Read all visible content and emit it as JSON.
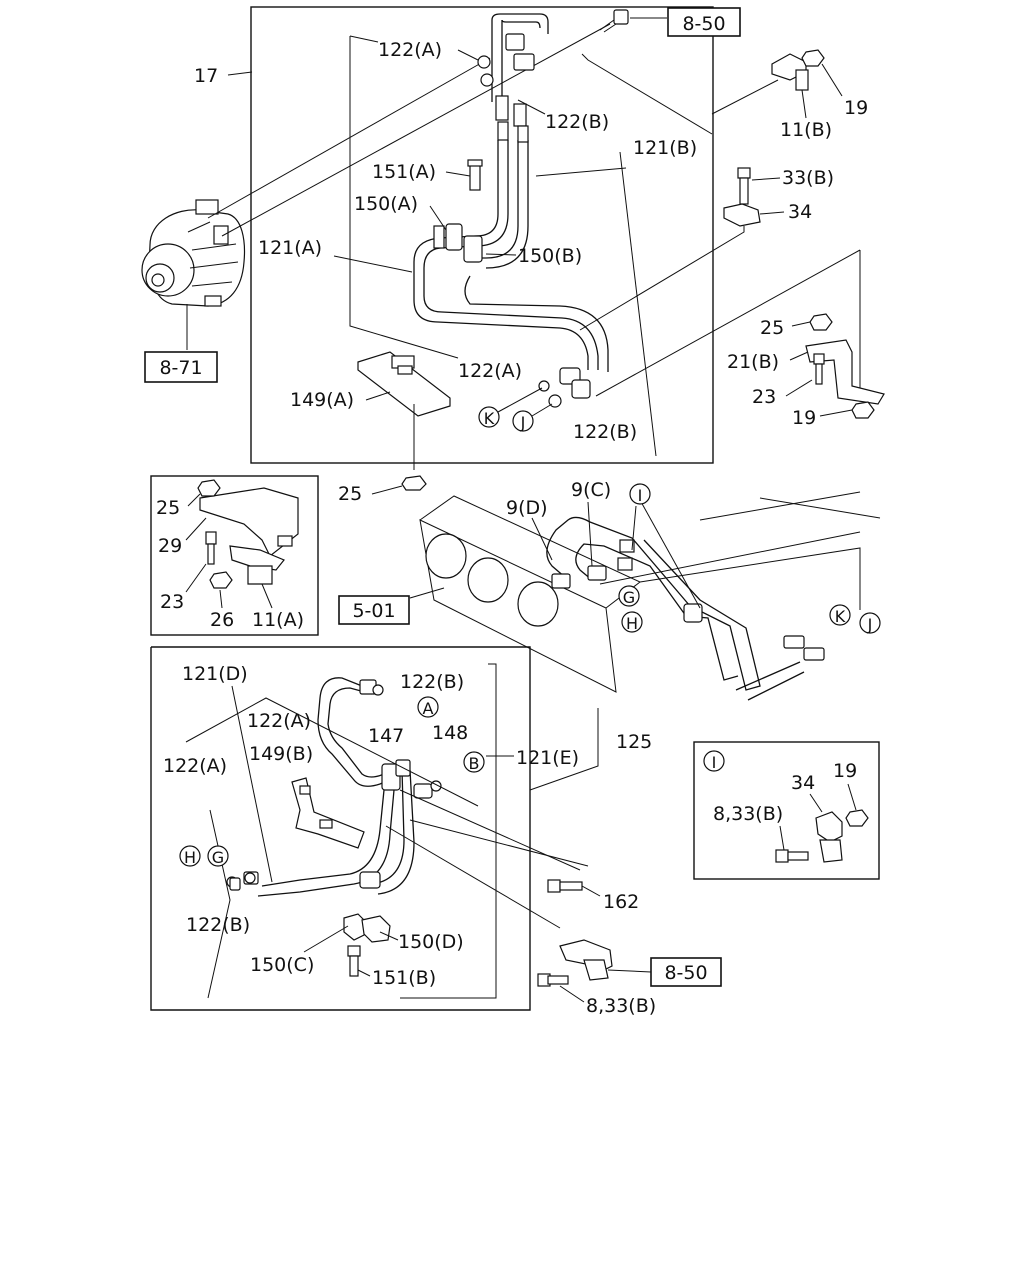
{
  "refs": {
    "r850a": "8-50",
    "r871": "8-71",
    "r501": "5-01",
    "r850b": "8-50"
  },
  "markers": {
    "A": "A",
    "B": "B",
    "G1": "G",
    "G2": "G",
    "H1": "H",
    "H2": "H",
    "J1": "J",
    "J2": "J",
    "K1": "K",
    "K2": "K",
    "I1": "I",
    "I2": "I"
  },
  "labels": {
    "l17": "17",
    "l122A_1": "122(A)",
    "l122B_1": "122(B)",
    "l121B": "121(B)",
    "l151A": "151(A)",
    "l150A": "150(A)",
    "l121A": "121(A)",
    "l150B": "150(B)",
    "l122A_2": "122(A)",
    "l149A": "149(A)",
    "l122B_2": "122(B)",
    "l19a": "19",
    "l11B": "11(B)",
    "l33B": "33(B)",
    "l34": "34",
    "l25a": "25",
    "l21B": "21(B)",
    "l23a": "23",
    "l19b": "19",
    "l25b": "25",
    "l25c": "25",
    "l29": "29",
    "l23b": "23",
    "l26": "26",
    "l11A": "11(A)",
    "l9D": "9(D)",
    "l9C": "9(C)",
    "l121D": "121(D)",
    "l122B_3": "122(B)",
    "l122A_3": "122(A)",
    "l147": "147",
    "l148": "148",
    "l121E": "121(E)",
    "l125": "125",
    "l149B": "149(B)",
    "l122A_4": "122(A)",
    "l122B_4": "122(B)",
    "l162": "162",
    "l150D": "150(D)",
    "l150C": "150(C)",
    "l151B": "151(B)",
    "l833B_a": "8,33(B)",
    "l34b": "34",
    "l19c": "19",
    "l833B_b": "8,33(B)"
  }
}
